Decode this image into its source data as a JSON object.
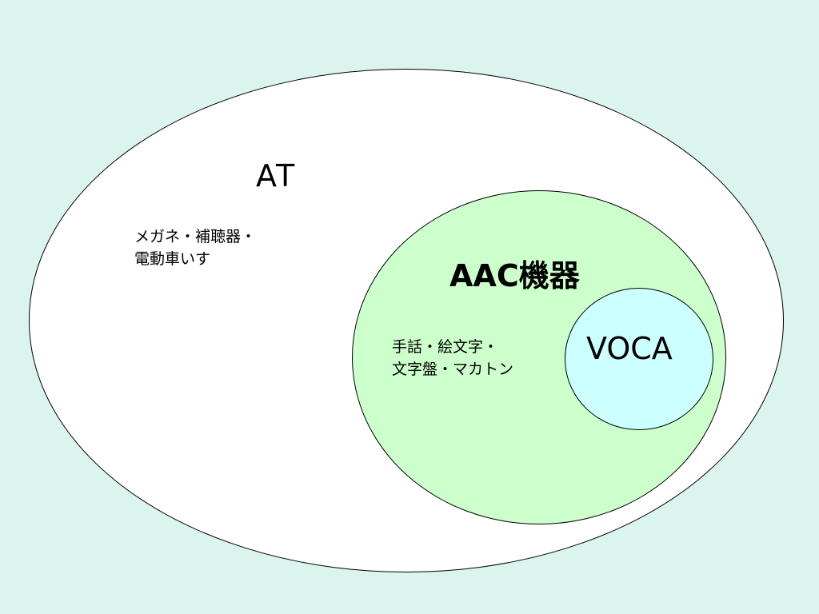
{
  "diagram": {
    "outer": {
      "title": "AT",
      "examples": [
        "メガネ・補聴器・",
        "電動車いす"
      ],
      "color": "#ffffff"
    },
    "middle": {
      "title": "AAC機器",
      "examples": [
        "手話・絵文字・",
        "文字盤・マカトン"
      ],
      "color": "#ccffcc"
    },
    "inner": {
      "title": "VOCA",
      "color": "#ccffff"
    },
    "background_color": "#dcf4ee"
  }
}
